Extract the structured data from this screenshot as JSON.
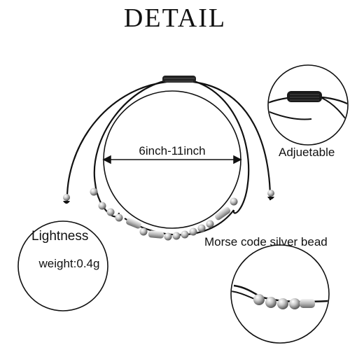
{
  "title": "DETAIL",
  "size_range": "6inch-11inch",
  "adjust_label": "Adjuetable",
  "lightness_label": "Lightness",
  "weight_label": "weight:0.4g",
  "bead_label": "Morse code silver bead",
  "colors": {
    "cord": "#111111",
    "bead": "#c8c8c8",
    "background": "#ffffff"
  }
}
